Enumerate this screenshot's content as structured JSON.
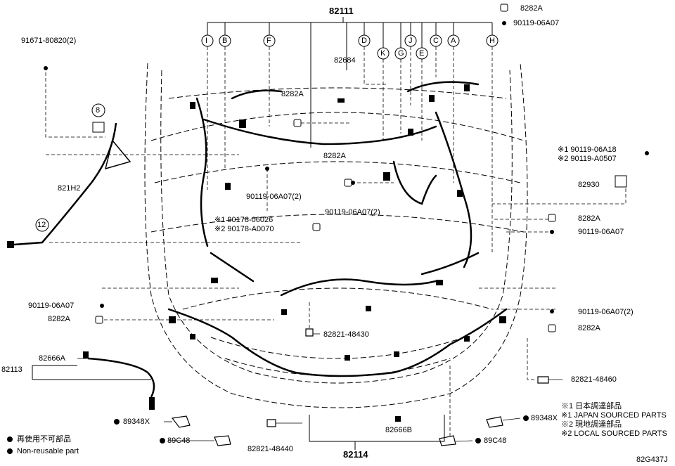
{
  "diagram": {
    "main_part": "82111",
    "bottom_part": "82114",
    "harness_h2": "821H2",
    "side_harness": "82113",
    "drawing_id": "82G437J",
    "circle_letters": [
      "I",
      "B",
      "F",
      "D",
      "K",
      "G",
      "J",
      "E",
      "C",
      "A",
      "H"
    ],
    "circle_numbers": [
      "8",
      "12"
    ],
    "parts": {
      "p91671": "91671-80820(2)",
      "p82684": "82684",
      "p8282A": "8282A",
      "p90119_06A07": "90119-06A07",
      "p90119_06A07x2": "90119-06A07(2)",
      "p90119_06A18": "※1 90119-06A18",
      "p90119_A0507": "※2 90119-A0507",
      "p82930": "82930",
      "p90178_06026": "※1 90178-06026",
      "p90178_A0070": "※2 90178-A0070",
      "p82821_48430": "82821-48430",
      "p82821_48460": "82821-48460",
      "p82821_48440": "82821-48440",
      "p82666A": "82666A",
      "p82666B": "82666B",
      "p89348X": "89348X",
      "p89C48": "89C48"
    },
    "legend": {
      "nonreuse_jp": "再使用不可部品",
      "nonreuse_en": "Non-reusable part",
      "note1_jp": "※1 日本調達部品",
      "note1_en": "※1 JAPAN SOURCED PARTS",
      "note2_jp": "※2 現地調達部品",
      "note2_en": "※2 LOCAL SOURCED PARTS"
    }
  }
}
